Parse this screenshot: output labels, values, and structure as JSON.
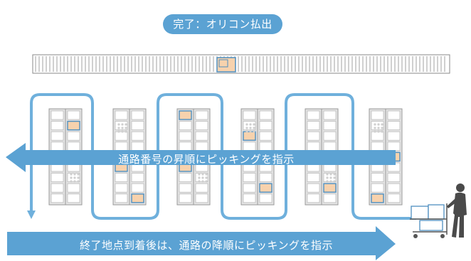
{
  "top_label": "完了：オリコン払出",
  "arrow_upper_label": "通路番号の昇順にピッキングを指示",
  "arrow_lower_label": "終了地点到着後は、通路の降順にピッキングを指示",
  "colors": {
    "accent_blue": "#5ba2d3",
    "path_blue": "#6fb0dc",
    "rack_gray": "#e3e3e3",
    "rack_stroke": "#9a9a9a",
    "item_orange": "#f7d2ad",
    "person": "#4a4a4a"
  },
  "icons": [
    "conveyor",
    "storage-rack",
    "tote-box",
    "picking-cart",
    "worker-silhouette"
  ]
}
